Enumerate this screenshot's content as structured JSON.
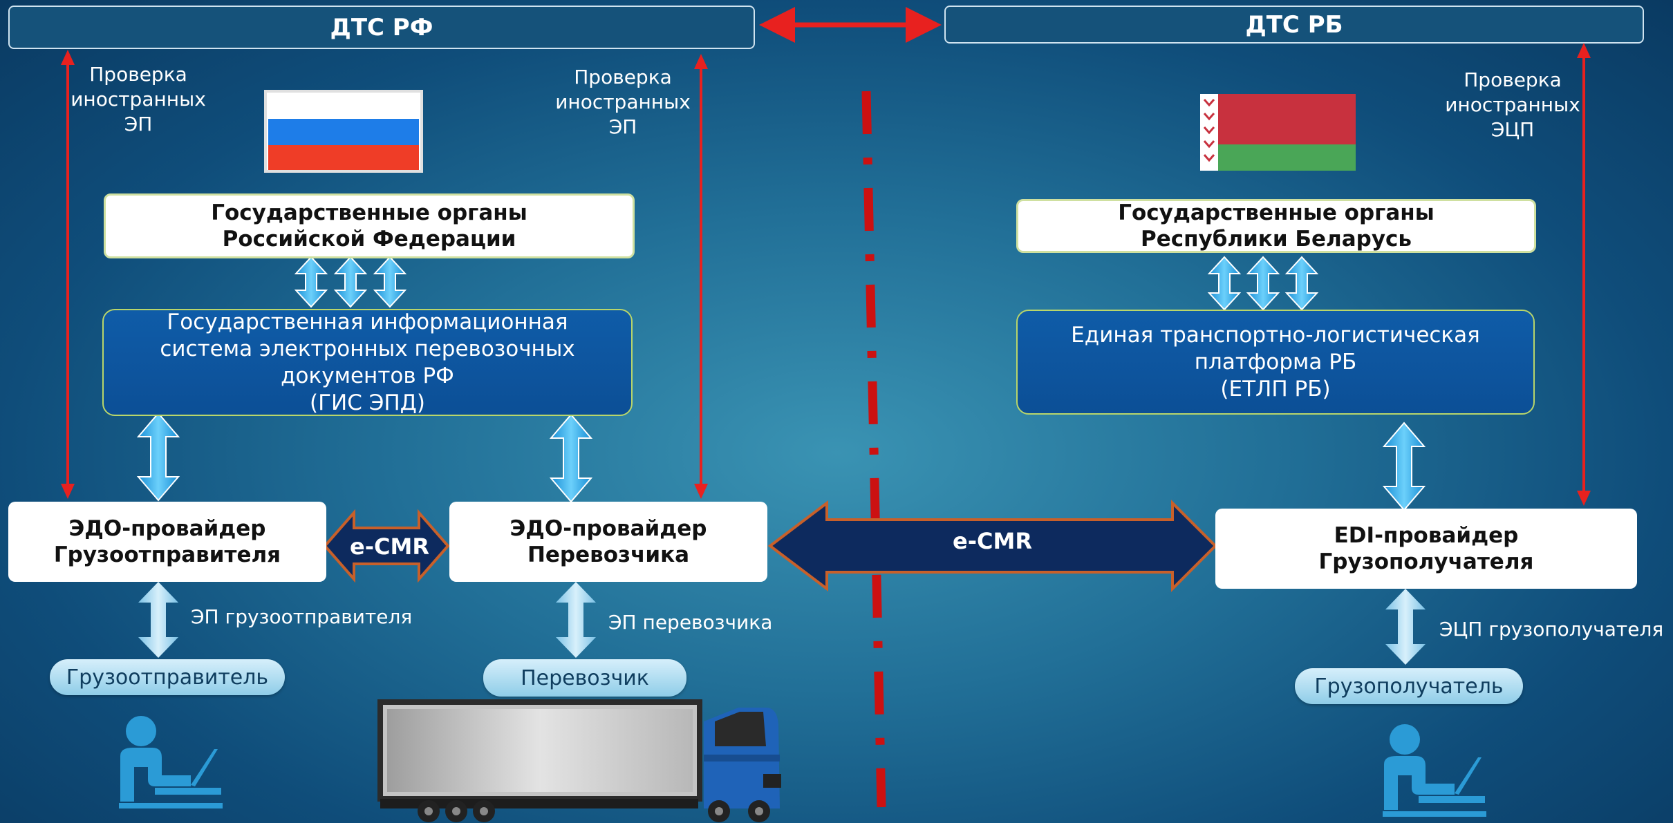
{
  "header_rf": "ДТС РФ",
  "header_rb": "ДТС РБ",
  "check_rf_left": [
    "Проверка",
    "иностранных",
    "ЭП"
  ],
  "check_rf_right": [
    "Проверка",
    "иностранных",
    "ЭП"
  ],
  "check_rb": [
    "Проверка",
    "иностранных",
    "ЭЦП"
  ],
  "gov_rf": [
    "Государственные органы",
    "Российской Федерации"
  ],
  "gov_rb": [
    "Государственные органы",
    "Республики Беларусь"
  ],
  "gis_epd": [
    "Государственная информационная",
    "система электронных перевозочных",
    "документов  РФ",
    "(ГИС ЭПД)"
  ],
  "etlp": [
    "Единая транспортно-логистическая",
    "платформа РБ",
    "(ЕТЛП РБ)"
  ],
  "provider_shipper": [
    "ЭДО-провайдер",
    "Грузоотправителя"
  ],
  "provider_carrier": [
    "ЭДО-провайдер",
    "Перевозчика"
  ],
  "provider_consignee": [
    "EDI-провайдер",
    "Грузополучателя"
  ],
  "ecmr_small": "e-CMR",
  "ecmr_big": "e-CMR",
  "sig_shipper": "ЭП грузоотправителя",
  "sig_carrier": "ЭП перевозчика",
  "sig_consignee": "ЭЦП грузополучателя",
  "actor_shipper": "Грузоотправитель",
  "actor_carrier": "Перевозчик",
  "actor_consignee": "Грузополучатель",
  "colors": {
    "red_arrow": "#e8211f",
    "blue_arrow": "#29a9e6",
    "dark_navy": "#0d2a5e",
    "orange_border": "#c8602a",
    "border_line": "#cc1111"
  },
  "icons": [
    "user-at-laptop-icon",
    "truck-icon",
    "russia-flag-icon",
    "belarus-flag-icon"
  ]
}
